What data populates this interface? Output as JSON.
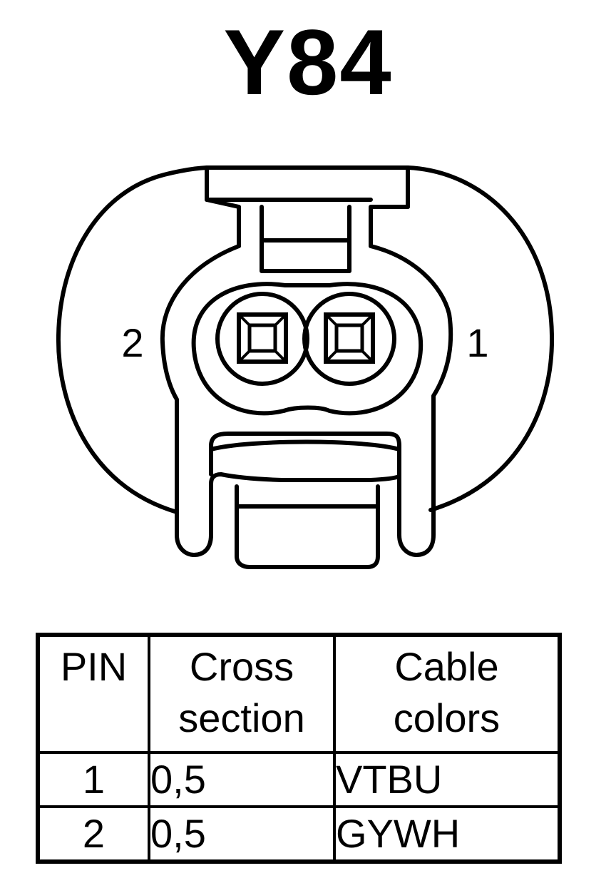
{
  "title": "Y84",
  "connector": {
    "pin_left_label": "2",
    "pin_right_label": "1"
  },
  "table": {
    "headers": {
      "pin": "PIN",
      "cross_line1": "Cross",
      "cross_line2": "section",
      "color_line1": "Cable",
      "color_line2": "colors"
    },
    "rows": [
      {
        "pin": "1",
        "cross_section": "0,5",
        "color": "VTBU"
      },
      {
        "pin": "2",
        "cross_section": "0,5",
        "color": "GYWH"
      }
    ]
  }
}
